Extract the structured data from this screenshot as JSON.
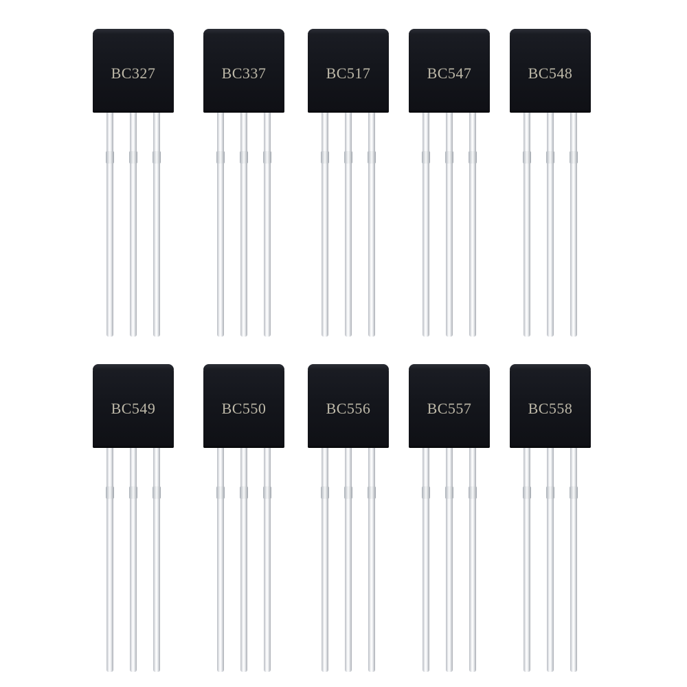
{
  "transistors": [
    {
      "label": "BC327"
    },
    {
      "label": "BC337"
    },
    {
      "label": "BC517"
    },
    {
      "label": "BC547"
    },
    {
      "label": "BC548"
    },
    {
      "label": "BC549"
    },
    {
      "label": "BC550"
    },
    {
      "label": "BC556"
    },
    {
      "label": "BC557"
    },
    {
      "label": "BC558"
    }
  ]
}
